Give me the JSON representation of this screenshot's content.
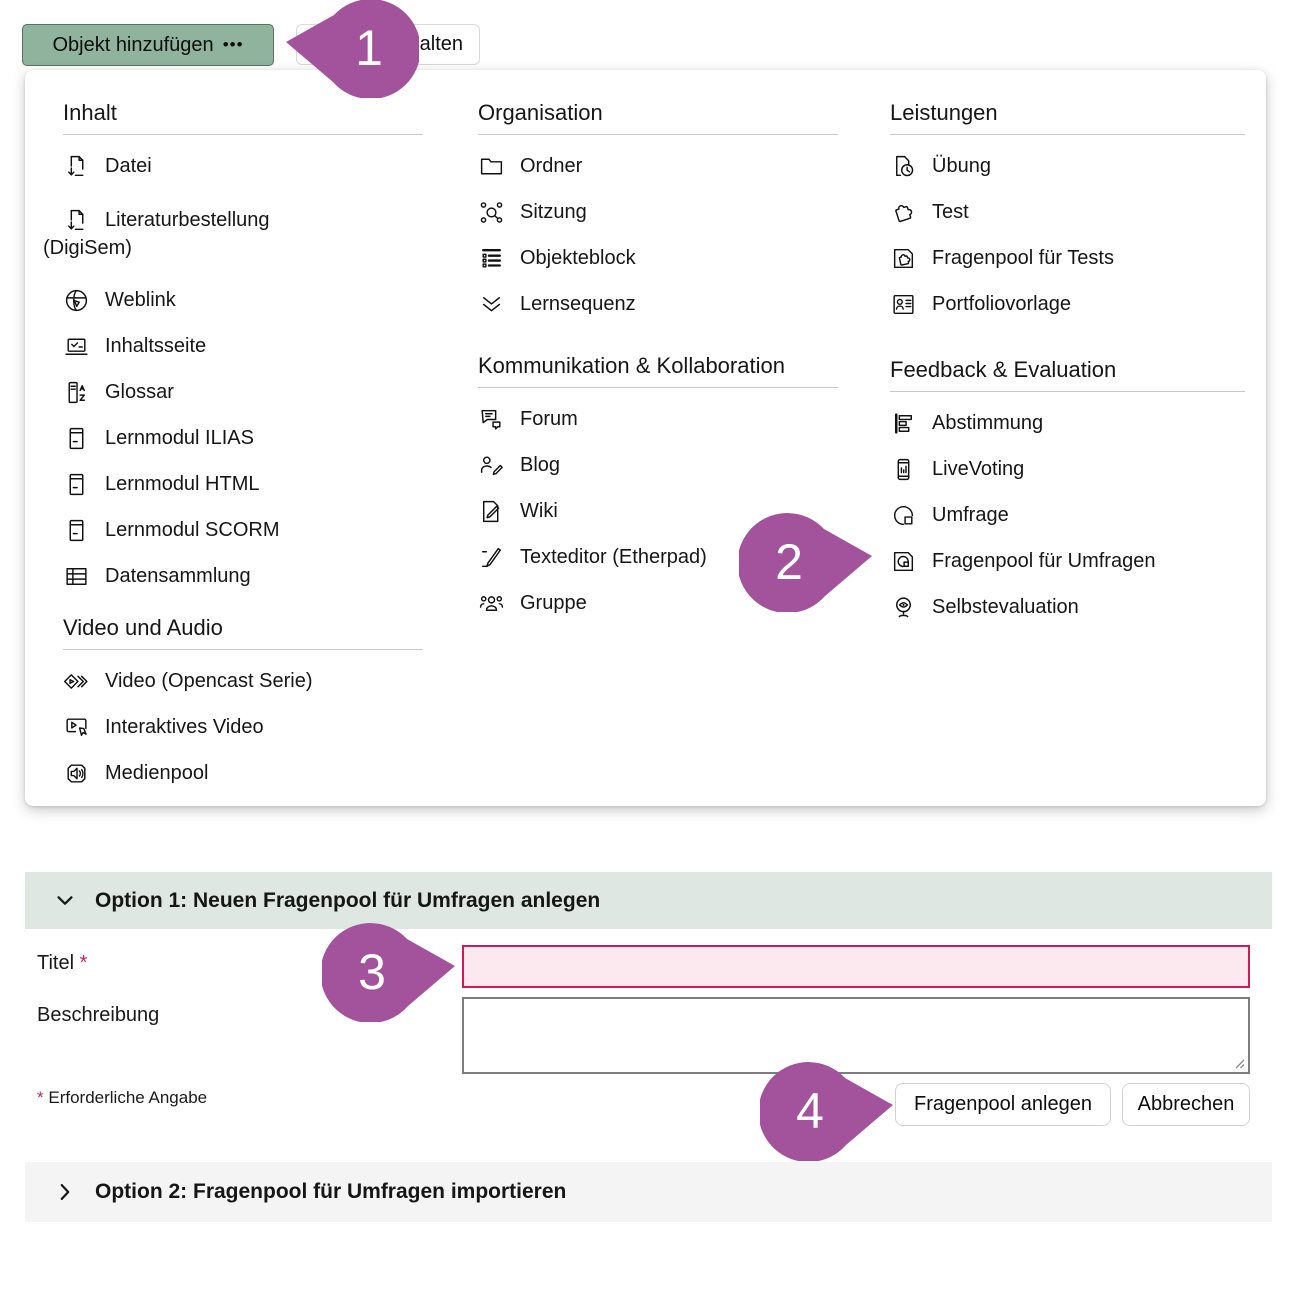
{
  "toolbar": {
    "add_object_label": "Objekt hinzufügen",
    "add_object_dots": "•••",
    "partial_button_visible_text": "alten"
  },
  "menu": {
    "col1": {
      "section1": {
        "title": "Inhalt",
        "items": [
          {
            "icon": "file-download-icon",
            "label": "Datei"
          },
          {
            "icon": "file-download-icon",
            "label": "Literaturbestellung",
            "label2": "(DigiSem)"
          },
          {
            "icon": "globe-icon",
            "label": "Weblink"
          },
          {
            "icon": "content-page-icon",
            "label": "Inhaltsseite"
          },
          {
            "icon": "glossary-icon",
            "label": "Glossar"
          },
          {
            "icon": "learning-module-icon",
            "label": "Lernmodul ILIAS"
          },
          {
            "icon": "learning-module-icon",
            "label": "Lernmodul HTML"
          },
          {
            "icon": "learning-module-icon",
            "label": "Lernmodul SCORM"
          },
          {
            "icon": "table-icon",
            "label": "Datensammlung"
          }
        ]
      },
      "section2": {
        "title": "Video und Audio",
        "items": [
          {
            "icon": "opencast-video-icon",
            "label": "Video (Opencast Serie)"
          },
          {
            "icon": "interactive-video-icon",
            "label": "Interaktives Video"
          },
          {
            "icon": "media-pool-icon",
            "label": "Medienpool"
          }
        ]
      }
    },
    "col2": {
      "section1": {
        "title": "Organisation",
        "items": [
          {
            "icon": "folder-icon",
            "label": "Ordner"
          },
          {
            "icon": "session-icon",
            "label": "Sitzung"
          },
          {
            "icon": "item-block-icon",
            "label": "Objekteblock"
          },
          {
            "icon": "learning-sequence-icon",
            "label": "Lernsequenz"
          }
        ]
      },
      "section2": {
        "title": "Kommunikation & Kollaboration",
        "items": [
          {
            "icon": "forum-icon",
            "label": "Forum"
          },
          {
            "icon": "blog-icon",
            "label": "Blog"
          },
          {
            "icon": "wiki-icon",
            "label": "Wiki"
          },
          {
            "icon": "etherpad-icon",
            "label": "Texteditor (Etherpad)"
          },
          {
            "icon": "group-icon",
            "label": "Gruppe"
          }
        ]
      }
    },
    "col3": {
      "section1": {
        "title": "Leistungen",
        "items": [
          {
            "icon": "exercise-icon",
            "label": "Übung"
          },
          {
            "icon": "test-puzzle-icon",
            "label": "Test"
          },
          {
            "icon": "question-pool-test-icon",
            "label": "Fragenpool für Tests"
          },
          {
            "icon": "portfolio-template-icon",
            "label": "Portfoliovorlage"
          }
        ]
      },
      "section2": {
        "title": "Feedback & Evaluation",
        "items": [
          {
            "icon": "poll-bars-icon",
            "label": "Abstimmung"
          },
          {
            "icon": "live-voting-icon",
            "label": "LiveVoting"
          },
          {
            "icon": "survey-icon",
            "label": "Umfrage"
          },
          {
            "icon": "question-pool-survey-icon",
            "label": "Fragenpool für Umfragen"
          },
          {
            "icon": "self-evaluation-icon",
            "label": "Selbstevaluation"
          }
        ]
      }
    }
  },
  "callouts": {
    "c1": "1",
    "c2": "2",
    "c3": "3",
    "c4": "4"
  },
  "form": {
    "option1_header": "Option 1: Neuen Fragenpool für Umfragen anlegen",
    "title_label": "Titel",
    "required_star": "*",
    "title_value": "",
    "description_label": "Beschreibung",
    "description_value": "",
    "required_note_star": "*",
    "required_note": "Erforderliche Angabe",
    "create_button": "Fragenpool anlegen",
    "cancel_button": "Abbrechen",
    "option2_header": "Option 2: Fragenpool für Umfragen importieren"
  },
  "colors": {
    "accent_green": "#8FB39C",
    "accent_green_border": "#56755F",
    "callout_purple": "#A3539C",
    "error_border": "#CE1A57",
    "error_bg": "#FCE9EF",
    "option1_bg": "#DEE7E1",
    "option2_bg": "#F4F4F4"
  }
}
